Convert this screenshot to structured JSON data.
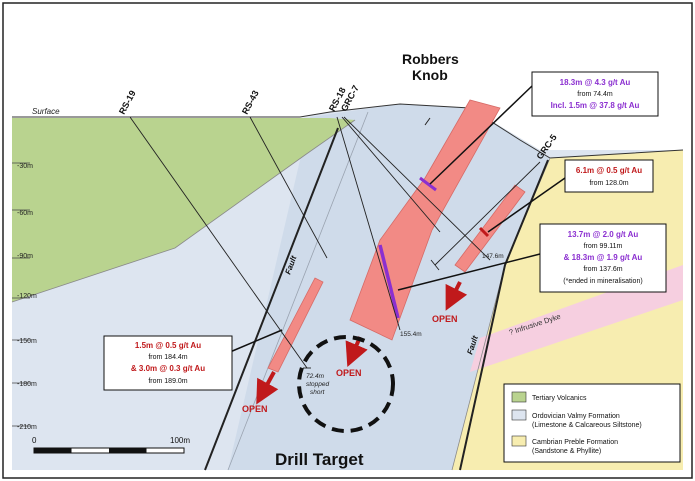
{
  "surface": {
    "label": "Surface",
    "place_name_line1": "Robbers",
    "place_name_line2": "Knob"
  },
  "depth_ticks": [
    "-30m",
    "-60m",
    "-90m",
    "-120m",
    "-150m",
    "-180m",
    "-210m"
  ],
  "drillholes": {
    "rs19": "RS-19",
    "rs43": "RS-43",
    "rs18": "RS-18",
    "grc7": "GRC-7",
    "grc5": "GRC-5"
  },
  "hole_depths": {
    "stopped_line1": "72.4m",
    "stopped_line2": "stopped",
    "stopped_line3": "short",
    "d155": "155.4m",
    "d147": "147.6m"
  },
  "structures": {
    "fault_left": "Fault",
    "fault_right": "Fault",
    "dyke": "? Infrusive Dyke"
  },
  "open_labels": {
    "left": "OPEN",
    "center": "OPEN",
    "right": "OPEN"
  },
  "target_label": "Drill Target",
  "intercepts": {
    "box1": {
      "line1": "18.3m @ 4.3 g/t Au",
      "line2": "from 74.4m",
      "line3": "Incl. 1.5m @ 37.8 g/t Au"
    },
    "box2": {
      "line1": "6.1m @ 0.5 g/t Au",
      "line2": "from 128.0m"
    },
    "box3": {
      "line1": "13.7m @ 2.0 g/t Au",
      "line2": "from 99.11m",
      "line3": "& 18.3m @ 1.9 g/t Au",
      "line4": "from 137.6m",
      "line5": "(*ended in mineralisation)"
    },
    "box4": {
      "line1": "1.5m @ 0.5 g/t Au",
      "line2": "from 184.4m",
      "line3": "& 3.0m @ 0.3 g/t Au",
      "line4": "from 189.0m"
    }
  },
  "legend": {
    "item1": "Tertiary Volcanics",
    "item2_line1": "Ordovician Valmy Formation",
    "item2_line2": "(Limestone & Calcareous Siltstone)",
    "item3_line1": "Cambrian Preble Formation",
    "item3_line2": "(Sandstone & Phyllite)"
  },
  "scale": {
    "start": "0",
    "end": "100m"
  },
  "colors": {
    "volcanics": "#b9d38f",
    "valmy": "#dde5f0",
    "preble": "#f7edb0",
    "dyke": "#f6cfe0",
    "ore": "#f28a85",
    "high_grade": "#8b2fd0",
    "open_red": "#c0191b",
    "box_purple": "#8b2fd0",
    "box_red": "#c0191b"
  }
}
